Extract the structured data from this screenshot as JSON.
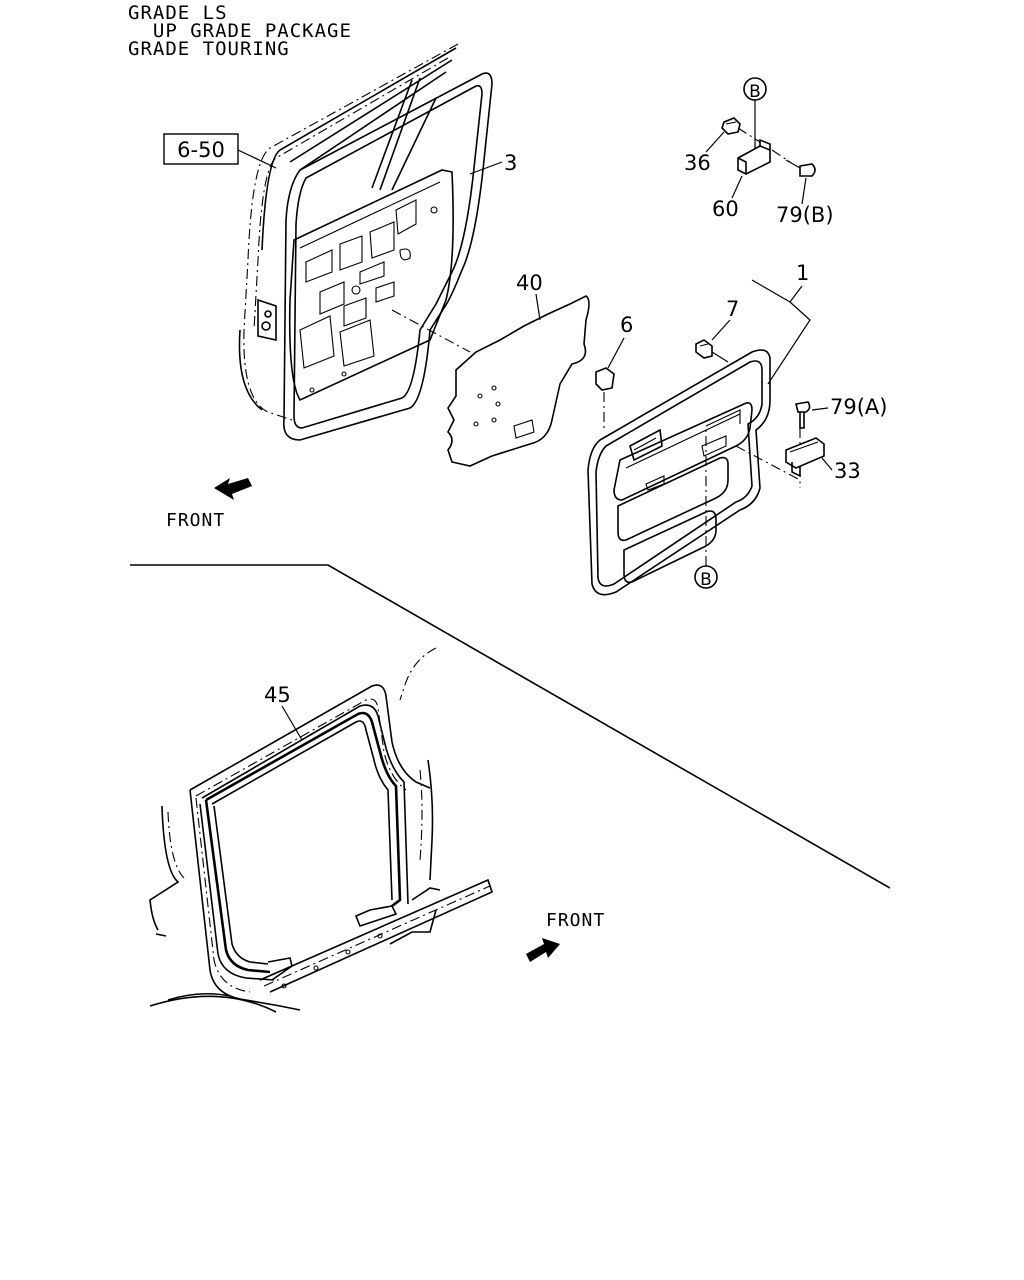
{
  "header": {
    "line1": "GRADE LS",
    "line2": "  UP GRADE PACKAGE",
    "line3": "GRADE TOURING"
  },
  "callouts": {
    "ref_box": "6-50",
    "door_weatherstrip": "3",
    "sealing_sheet": "40",
    "trim_panel": "1",
    "clip_7": "7",
    "clip_6": "6",
    "nut_36": "36",
    "bracket_60": "60",
    "screw_79b": "79(B)",
    "screw_79a": "79(A)",
    "cover_33": "33",
    "circle_b_top": "B",
    "circle_b_bottom": "B",
    "body_weatherstrip": "45"
  },
  "arrows": {
    "front_top": "FRONT",
    "front_bottom": "FRONT"
  }
}
